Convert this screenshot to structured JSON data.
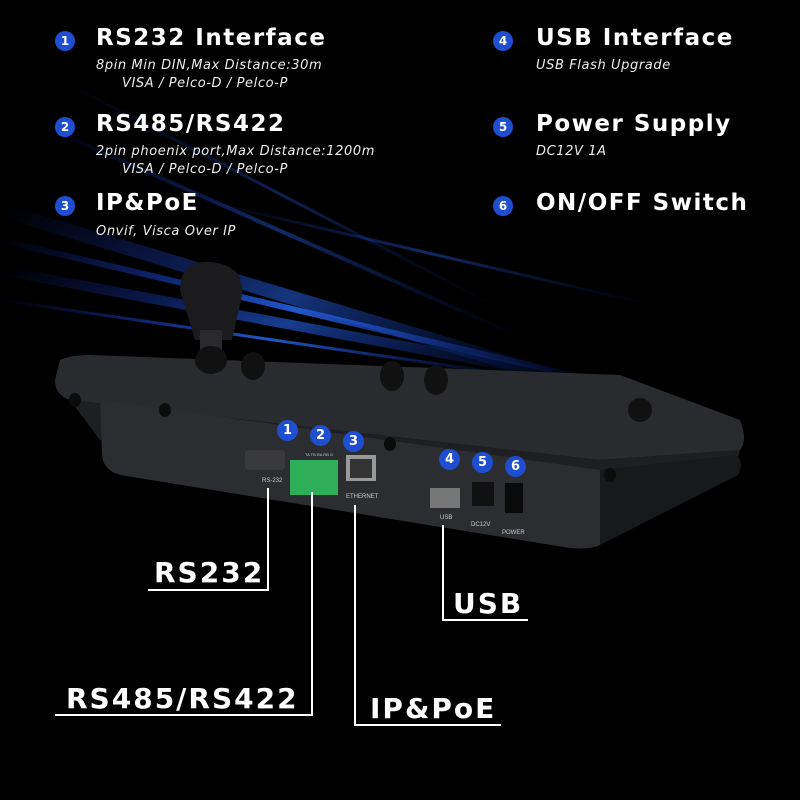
{
  "features": [
    {
      "num": "1",
      "title": "RS232 Interface",
      "lines": [
        "8pin Min DIN,Max Distance:30m",
        "VISA / Pelco-D / Pelco-P"
      ]
    },
    {
      "num": "2",
      "title": "RS485/RS422",
      "lines": [
        "2pin phoenix port,Max Distance:1200m",
        "VISA / Pelco-D / Pelco-P"
      ]
    },
    {
      "num": "3",
      "title": "IP&PoE",
      "lines": [
        "Onvif, Visca Over IP"
      ]
    },
    {
      "num": "4",
      "title": "USB Interface",
      "lines": [
        "USB Flash Upgrade"
      ]
    },
    {
      "num": "5",
      "title": "Power Supply",
      "lines": [
        "DC12V 1A"
      ]
    },
    {
      "num": "6",
      "title": "ON/OFF Switch",
      "lines": []
    }
  ],
  "port_labels": {
    "rs232": "RS-232",
    "ethernet": "ETHERNET",
    "usb": "USB",
    "dc": "DC12V",
    "power": "POWER",
    "phoenix": "TA TB RA RB G"
  },
  "callouts": {
    "rs232": "RS232",
    "rs485": "RS485/RS422",
    "ip": "IP&PoE",
    "usb": "USB"
  },
  "colors": {
    "accent": "#1f4fd0",
    "background": "#000000"
  }
}
